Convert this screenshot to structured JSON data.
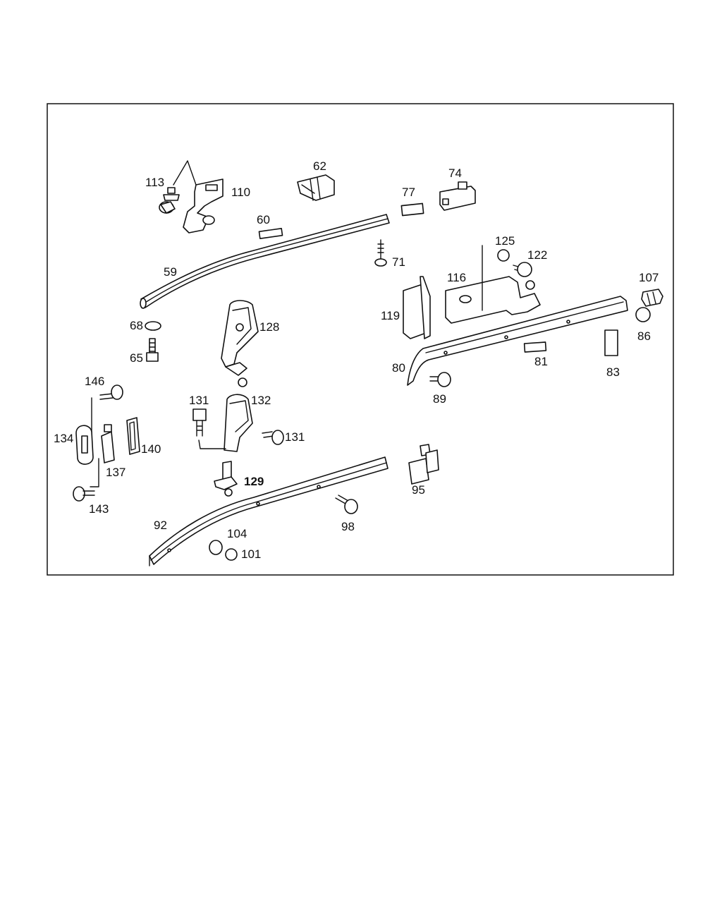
{
  "callouts": {
    "p59": "59",
    "p60": "60",
    "p62": "62",
    "p65": "65",
    "p68": "68",
    "p71": "71",
    "p74": "74",
    "p77": "77",
    "p80": "80",
    "p81": "81",
    "p83": "83",
    "p86": "86",
    "p89": "89",
    "p92": "92",
    "p95": "95",
    "p98": "98",
    "p101": "101",
    "p104": "104",
    "p107": "107",
    "p110": "110",
    "p113": "113",
    "p116": "116",
    "p119": "119",
    "p122": "122",
    "p125": "125",
    "p128": "128",
    "p129": "129",
    "p131a": "131",
    "p131b": "131",
    "p132": "132",
    "p134": "134",
    "p137": "137",
    "p140": "140",
    "p143": "143",
    "p146": "146"
  }
}
